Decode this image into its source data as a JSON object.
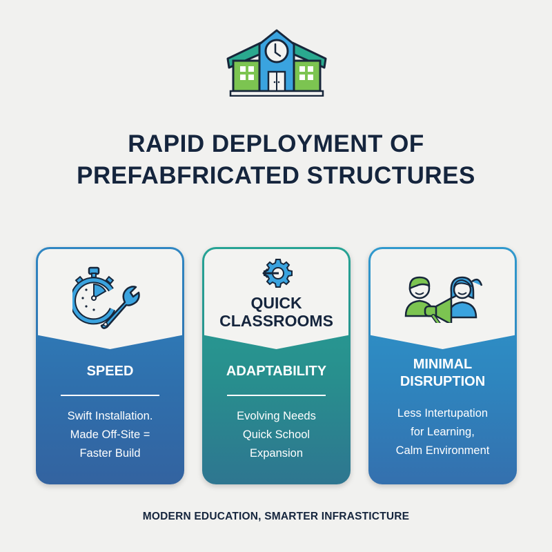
{
  "header": {
    "icon": "school-building-icon",
    "title_line1": "RAPID DEPLOYMENT OF",
    "title_line2": "PREFABFRICATED STRUCTURES"
  },
  "cards": [
    {
      "icon": "stopwatch-wrench-icon",
      "top_label": "",
      "heading": "SPEED",
      "description": [
        "Swift Installation.",
        "Made Off-Site =",
        "Faster Build"
      ],
      "color": "#2f78b7"
    },
    {
      "icon": "gear-arrow-icon",
      "top_label_line1": "QUICK",
      "top_label_line2": "CLASSROOMS",
      "heading": "ADAPTABILITY",
      "description": [
        "Evolving Needs",
        "Quick School",
        "Expansion"
      ],
      "color": "#279a92"
    },
    {
      "icon": "students-megaphone-icon",
      "top_label": "",
      "heading_line1": "MINIMAL",
      "heading_line2": "DISRUPTION",
      "description": [
        "Less Intertupation",
        "for Learning,",
        "Calm Environment"
      ],
      "color": "#2f86c0"
    }
  ],
  "footer": {
    "tagline": "MODERN EDUCATION, SMARTER INFRASTICTURE"
  },
  "colors": {
    "background": "#f1f1ef",
    "text_dark": "#15253d",
    "blue": "#2f86c2",
    "teal": "#26a394",
    "green": "#7cc451"
  }
}
